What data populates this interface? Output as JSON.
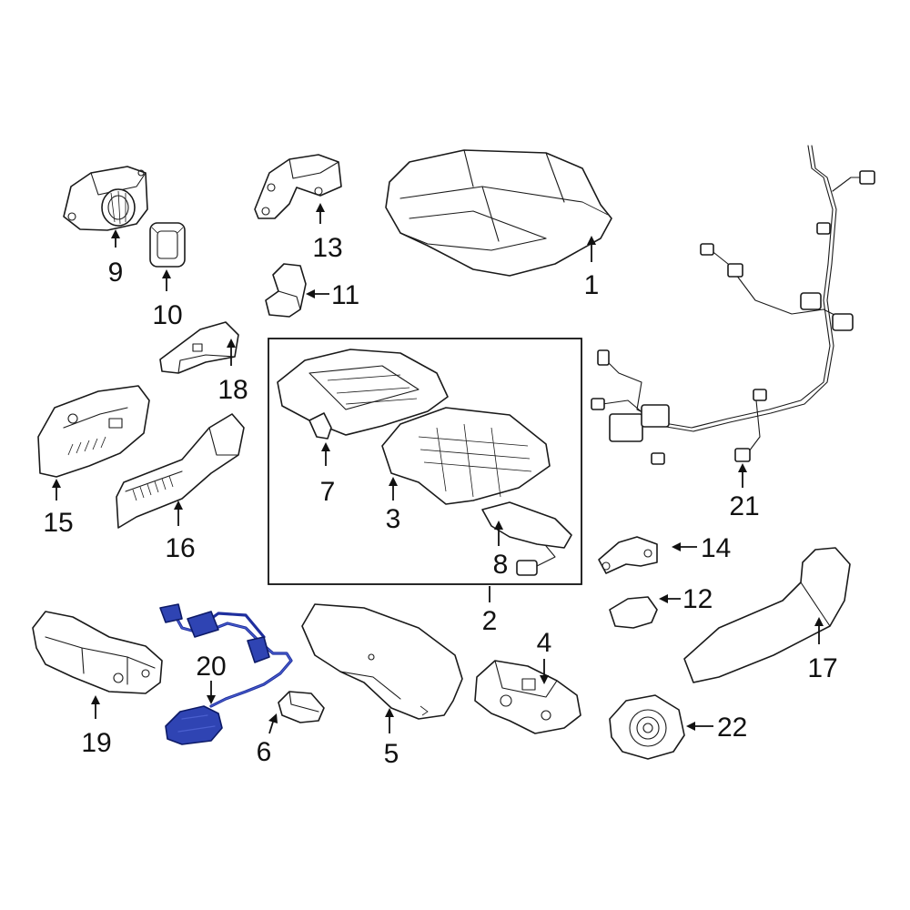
{
  "colors": {
    "highlight": "#2f44b3",
    "line": "#1a1a1a",
    "background": "#ffffff"
  },
  "highlighted_part": "20",
  "callouts": [
    {
      "id": "c1",
      "label": "1"
    },
    {
      "id": "c2",
      "label": "2"
    },
    {
      "id": "c3",
      "label": "3"
    },
    {
      "id": "c4",
      "label": "4"
    },
    {
      "id": "c5",
      "label": "5"
    },
    {
      "id": "c6",
      "label": "6"
    },
    {
      "id": "c7",
      "label": "7"
    },
    {
      "id": "c8",
      "label": "8"
    },
    {
      "id": "c9",
      "label": "9"
    },
    {
      "id": "c10",
      "label": "10"
    },
    {
      "id": "c11",
      "label": "11"
    },
    {
      "id": "c12",
      "label": "12"
    },
    {
      "id": "c13",
      "label": "13"
    },
    {
      "id": "c14",
      "label": "14"
    },
    {
      "id": "c15",
      "label": "15"
    },
    {
      "id": "c16",
      "label": "16"
    },
    {
      "id": "c17",
      "label": "17"
    },
    {
      "id": "c18",
      "label": "18"
    },
    {
      "id": "c19",
      "label": "19"
    },
    {
      "id": "c20",
      "label": "20"
    },
    {
      "id": "c21",
      "label": "21"
    },
    {
      "id": "c22",
      "label": "22"
    }
  ]
}
